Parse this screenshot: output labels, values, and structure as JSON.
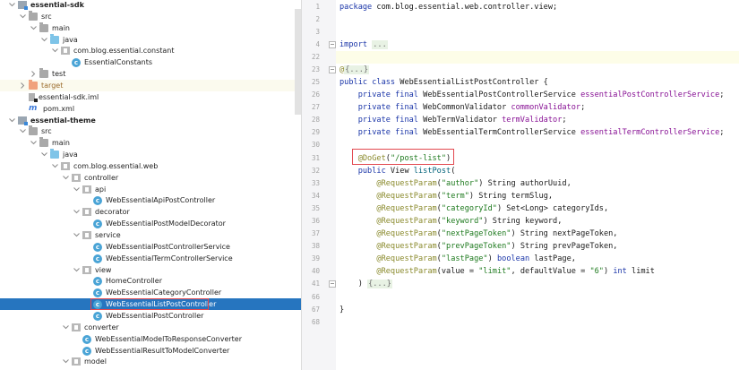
{
  "project_tree": {
    "items": [
      {
        "label": "essential-sdk",
        "type": "module",
        "depth": 0,
        "expanded": true,
        "bold": true
      },
      {
        "label": "src",
        "type": "folder",
        "depth": 1,
        "expanded": true
      },
      {
        "label": "main",
        "type": "folder",
        "depth": 2,
        "expanded": true
      },
      {
        "label": "java",
        "type": "source-folder",
        "depth": 3,
        "expanded": true
      },
      {
        "label": "com.blog.essential.constant",
        "type": "package",
        "depth": 4,
        "expanded": true
      },
      {
        "label": "EssentialConstants",
        "type": "class",
        "depth": 5
      },
      {
        "label": "test",
        "type": "folder",
        "depth": 2,
        "expanded": false
      },
      {
        "label": "target",
        "type": "target-folder",
        "depth": 1,
        "expanded": false
      },
      {
        "label": "essential-sdk.iml",
        "type": "iml",
        "depth": 1
      },
      {
        "label": "pom.xml",
        "type": "pom",
        "depth": 1
      },
      {
        "label": "essential-theme",
        "type": "module",
        "depth": 0,
        "expanded": true,
        "bold": true
      },
      {
        "label": "src",
        "type": "folder",
        "depth": 1,
        "expanded": true
      },
      {
        "label": "main",
        "type": "folder",
        "depth": 2,
        "expanded": true
      },
      {
        "label": "java",
        "type": "source-folder",
        "depth": 3,
        "expanded": true
      },
      {
        "label": "com.blog.essential.web",
        "type": "package",
        "depth": 4,
        "expanded": true
      },
      {
        "label": "controller",
        "type": "package",
        "depth": 5,
        "expanded": true
      },
      {
        "label": "api",
        "type": "package",
        "depth": 6,
        "expanded": true
      },
      {
        "label": "WebEssentialApiPostController",
        "type": "class",
        "depth": 7
      },
      {
        "label": "decorator",
        "type": "package",
        "depth": 6,
        "expanded": true
      },
      {
        "label": "WebEssentialPostModelDecorator",
        "type": "class",
        "depth": 7
      },
      {
        "label": "service",
        "type": "package",
        "depth": 6,
        "expanded": true
      },
      {
        "label": "WebEssentialPostControllerService",
        "type": "class",
        "depth": 7
      },
      {
        "label": "WebEssentialTermControllerService",
        "type": "class",
        "depth": 7
      },
      {
        "label": "view",
        "type": "package",
        "depth": 6,
        "expanded": true
      },
      {
        "label": "HomeController",
        "type": "class",
        "depth": 7
      },
      {
        "label": "WebEssentialCategoryController",
        "type": "class",
        "depth": 7
      },
      {
        "label": "WebEssentialListPostController",
        "type": "class",
        "depth": 7,
        "selected": true
      },
      {
        "label": "WebEssentialPostController",
        "type": "class",
        "depth": 7
      },
      {
        "label": "converter",
        "type": "package",
        "depth": 5,
        "expanded": true
      },
      {
        "label": "WebEssentialModelToResponseConverter",
        "type": "class",
        "depth": 6
      },
      {
        "label": "WebEssentialResultToModelConverter",
        "type": "class",
        "depth": 6
      },
      {
        "label": "model",
        "type": "package",
        "depth": 5,
        "expanded": true
      }
    ]
  },
  "editor": {
    "line_numbers": [
      "1",
      "2",
      "3",
      "4",
      "22",
      "23",
      "25",
      "26",
      "27",
      "28",
      "29",
      "30",
      "31",
      "32",
      "33",
      "34",
      "35",
      "36",
      "37",
      "38",
      "39",
      "40",
      "41",
      "66",
      "67",
      "68"
    ],
    "lines": {
      "l1": {
        "kw": "package",
        "rest": " com.blog.essential.web.controller.view;"
      },
      "l4": {
        "kw": "import",
        "folded": "..."
      },
      "l23": {
        "ann": "@",
        "folded": "{...}"
      },
      "l25": {
        "kw": "public class",
        "rest": " WebEssentialListPostController {"
      },
      "l26": {
        "kw": "private final",
        "type": " WebEssentialPostControllerService ",
        "field": "essentialPostControllerService",
        "end": ";"
      },
      "l27": {
        "kw": "private final",
        "type": " WebCommonValidator ",
        "field": "commonValidator",
        "end": ";"
      },
      "l28": {
        "kw": "private final",
        "type": " WebTermValidator ",
        "field": "termValidator",
        "end": ";"
      },
      "l29": {
        "kw": "private final",
        "type": " WebEssentialTermControllerService ",
        "field": "essentialTermControllerService",
        "end": ";"
      },
      "l31": {
        "ann": "@DoGet",
        "open": "(",
        "str": "\"/post-list\"",
        "close": ")"
      },
      "l32": {
        "kw": "public",
        "type": " View ",
        "method": "listPost",
        "end": "("
      },
      "params": [
        {
          "ann": "@RequestParam",
          "open": "(",
          "str": "\"author\"",
          "rest": ") String authorUuid,"
        },
        {
          "ann": "@RequestParam",
          "open": "(",
          "str": "\"term\"",
          "rest": ") String termSlug,"
        },
        {
          "ann": "@RequestParam",
          "open": "(",
          "str": "\"categoryId\"",
          "rest": ") Set<Long> categoryIds,"
        },
        {
          "ann": "@RequestParam",
          "open": "(",
          "str": "\"keyword\"",
          "rest": ") String keyword,"
        },
        {
          "ann": "@RequestParam",
          "open": "(",
          "str": "\"nextPageToken\"",
          "rest": ") String nextPageToken,"
        },
        {
          "ann": "@RequestParam",
          "open": "(",
          "str": "\"prevPageToken\"",
          "rest": ") String prevPageToken,"
        },
        {
          "ann": "@RequestParam",
          "open": "(",
          "str": "\"lastPage\"",
          "rest_kw": ") ",
          "kw": "boolean",
          "rest": " lastPage,"
        }
      ],
      "l40": {
        "ann": "@RequestParam",
        "a": "(value = ",
        "s1": "\"limit\"",
        "b": ", defaultValue = ",
        "s2": "\"6\"",
        "c": ") ",
        "kw": "int",
        "d": " limit"
      },
      "l41": {
        "open": ") ",
        "folded": "{...}"
      },
      "l67": {
        "text": "}"
      }
    }
  },
  "colors": {
    "selection": "#2675bf",
    "highlight_box": "#e2484f",
    "keyword": "#1a35a8",
    "field": "#871094",
    "annotation": "#8a8a2c",
    "string": "#1e7a1e"
  }
}
